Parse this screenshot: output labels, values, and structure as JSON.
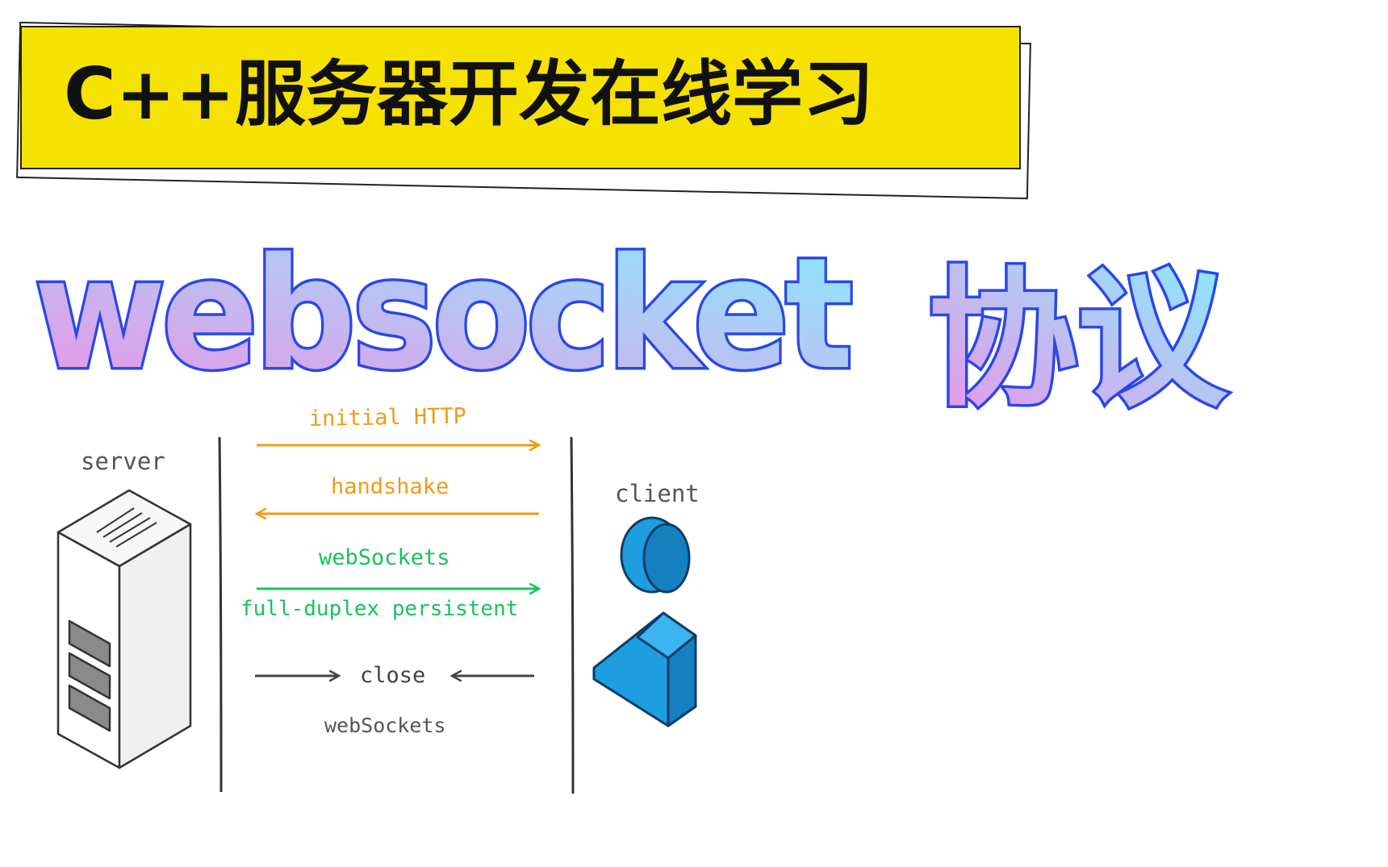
{
  "banner": {
    "title": "C++服务器开发在线学习"
  },
  "headline": {
    "latin": "websocket",
    "cjk": "协议"
  },
  "diagram": {
    "server_label": "server",
    "client_label": "client",
    "messages": [
      {
        "text": "initial HTTP",
        "direction": "to-client",
        "color": "#f09a1a"
      },
      {
        "text": "handshake",
        "direction": "to-server",
        "color": "#f09a1a"
      },
      {
        "text": "webSockets",
        "direction": "to-client",
        "color": "#19c25c"
      },
      {
        "text": "full-duplex persistent",
        "direction": "none",
        "color": "#19c25c"
      },
      {
        "text": "close",
        "direction": "both-inward",
        "color": "#444444"
      }
    ],
    "footer_label": "webSockets"
  },
  "colors": {
    "banner_bg": "#f5e200",
    "headline_gradient_start": "#ec93e6",
    "headline_gradient_end": "#86ecff",
    "headline_outline": "#2a47e8",
    "client_blue": "#1c9ee0",
    "http_orange": "#f09a1a",
    "ws_green": "#19c25c"
  },
  "icons": {
    "server": "server-rack-icon",
    "client": "user-person-icon"
  }
}
